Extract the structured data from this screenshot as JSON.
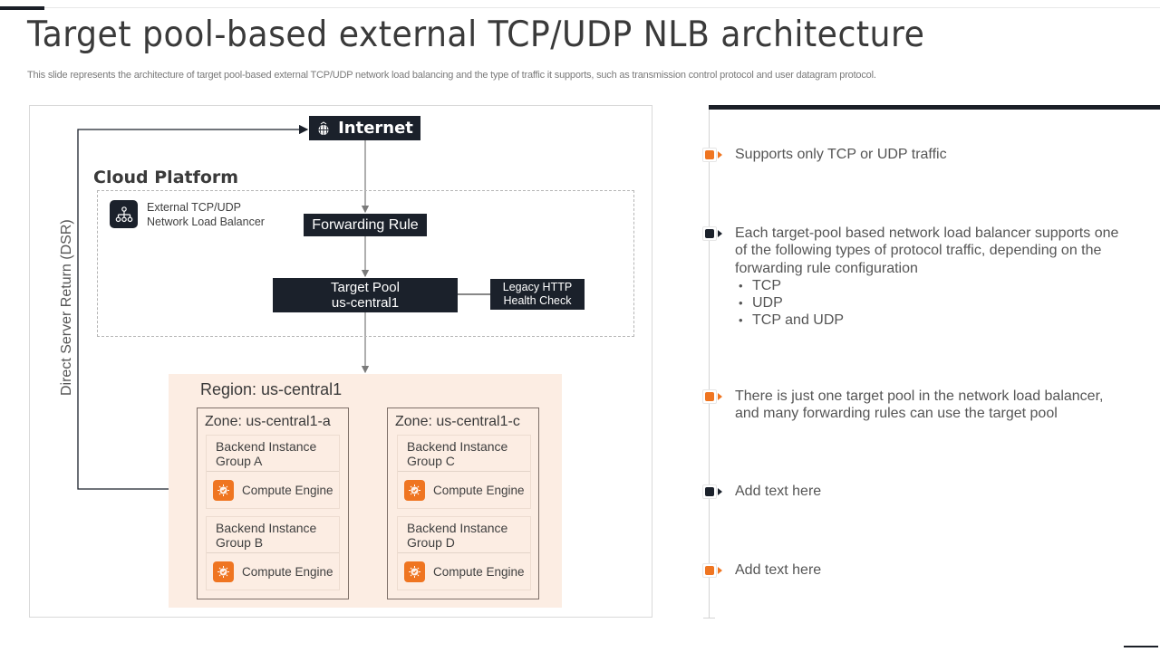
{
  "slide": {
    "title": "Target pool-based external TCP/UDP NLB architecture",
    "subtitle": "This slide represents the architecture of target pool-based external TCP/UDP network load balancing and the type of traffic it supports, such as transmission control protocol and user datagram protocol."
  },
  "diagram": {
    "internet": {
      "label": "Internet",
      "icon": "globe-icon"
    },
    "cloud_platform": {
      "label": "Cloud Platform",
      "nlb": {
        "icon": "network-hierarchy-icon",
        "line1": "External TCP/UDP",
        "line2": "Network Load Balancer"
      },
      "forwarding_rule": "Forwarding Rule",
      "target_pool": {
        "line1": "Target Pool",
        "line2": "us-central1"
      },
      "health_check": {
        "line1": "Legacy HTTP",
        "line2": "Health Check"
      }
    },
    "dsr_label": "Direct Server Return (DSR)",
    "region": {
      "label": "Region: us-central1",
      "zones": [
        {
          "label": "Zone:  us-central1-a",
          "groups": [
            {
              "line1": "Backend Instance",
              "line2": "Group A",
              "service": "Compute  Engine",
              "icon": "compute-engine-icon"
            },
            {
              "line1": "Backend Instance",
              "line2": "Group B",
              "service": "Compute  Engine",
              "icon": "compute-engine-icon"
            }
          ]
        },
        {
          "label": "Zone:  us-central1-c",
          "groups": [
            {
              "line1": "Backend Instance",
              "line2": "Group C",
              "service": "Compute  Engine",
              "icon": "compute-engine-icon"
            },
            {
              "line1": "Backend Instance",
              "line2": "Group D",
              "service": "Compute  Engine",
              "icon": "compute-engine-icon"
            }
          ]
        }
      ]
    }
  },
  "points": [
    {
      "color": "#ef7521",
      "lines": [
        "Supports only  TCP or UDP traffic"
      ],
      "bullets": []
    },
    {
      "color": "#1b212b",
      "lines": [
        "Each target-pool based network load balancer supports one",
        "of the following types of protocol traffic, depending on the",
        "forwarding rule configuration"
      ],
      "bullets": [
        "TCP",
        "UDP",
        "TCP and UDP"
      ]
    },
    {
      "color": "#ef7521",
      "lines": [
        "There is just one target pool in the network load balancer,",
        "and many forwarding rules can use the target pool"
      ],
      "bullets": []
    },
    {
      "color": "#1b212b",
      "lines": [
        "Add text here"
      ],
      "bullets": []
    },
    {
      "color": "#ef7521",
      "lines": [
        "Add text here"
      ],
      "bullets": []
    }
  ],
  "colors": {
    "accent_orange": "#ef7521",
    "dark": "#1b212b",
    "region_bg": "#fcede3"
  }
}
